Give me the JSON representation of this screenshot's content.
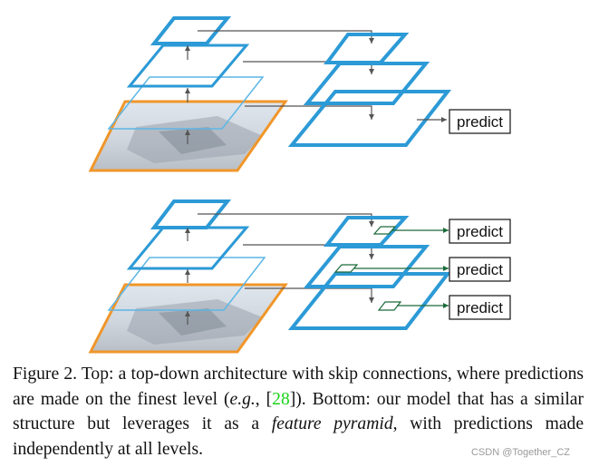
{
  "figure": {
    "top": {
      "predict_label": "predict"
    },
    "bottom": {
      "predict_labels": [
        "predict",
        "predict",
        "predict"
      ]
    },
    "colors": {
      "pyramid_blue": "#2c9ad6",
      "pyramid_blue_light": "#5cb6e6",
      "image_orange": "#f0962a",
      "arrow_gray": "#666666",
      "predict_arrow_green": "#1c6b3a"
    }
  },
  "caption": {
    "part1": "Figure 2. Top: a top-down architecture with skip connections, where predictions are made on the finest level (",
    "eg": "e.g.",
    "part2": ", [",
    "ref": "28",
    "part3": "]). Bottom: our model that has a similar structure but leverages it as a ",
    "feature_pyramid": "feature pyramid",
    "part4": ", with predictions made independently at all levels."
  },
  "watermark": "CSDN @Together_CZ"
}
